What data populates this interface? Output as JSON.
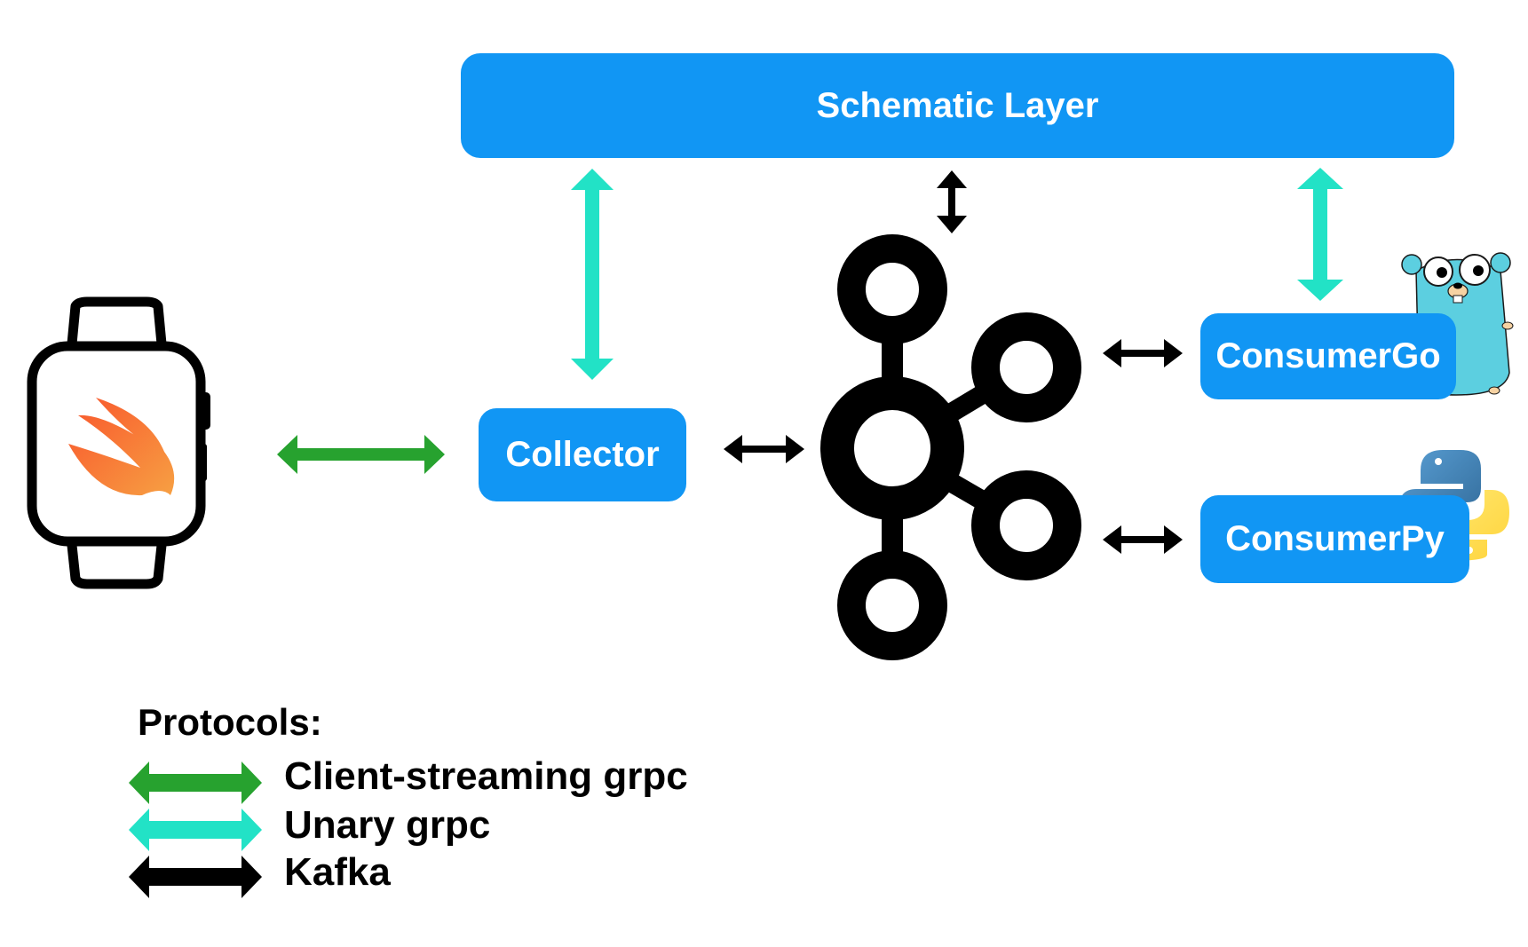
{
  "nodes": {
    "schematic_layer": "Schematic Layer",
    "collector": "Collector",
    "consumer_go": "ConsumerGo",
    "consumer_py": "ConsumerPy"
  },
  "icons": {
    "watch": "apple-watch-icon",
    "swift": "swift-logo-icon",
    "kafka": "kafka-logo-icon",
    "gopher": "go-gopher-icon",
    "python": "python-logo-icon"
  },
  "legend": {
    "title": "Protocols:",
    "items": [
      {
        "label": "Client-streaming grpc",
        "color": "#27a22f"
      },
      {
        "label": "Unary grpc",
        "color": "#22e2c6"
      },
      {
        "label": "Kafka",
        "color": "#000000"
      }
    ]
  },
  "colors": {
    "box": "#1196f4",
    "client_streaming": "#27a22f",
    "unary": "#22e2c6",
    "kafka": "#000000"
  }
}
